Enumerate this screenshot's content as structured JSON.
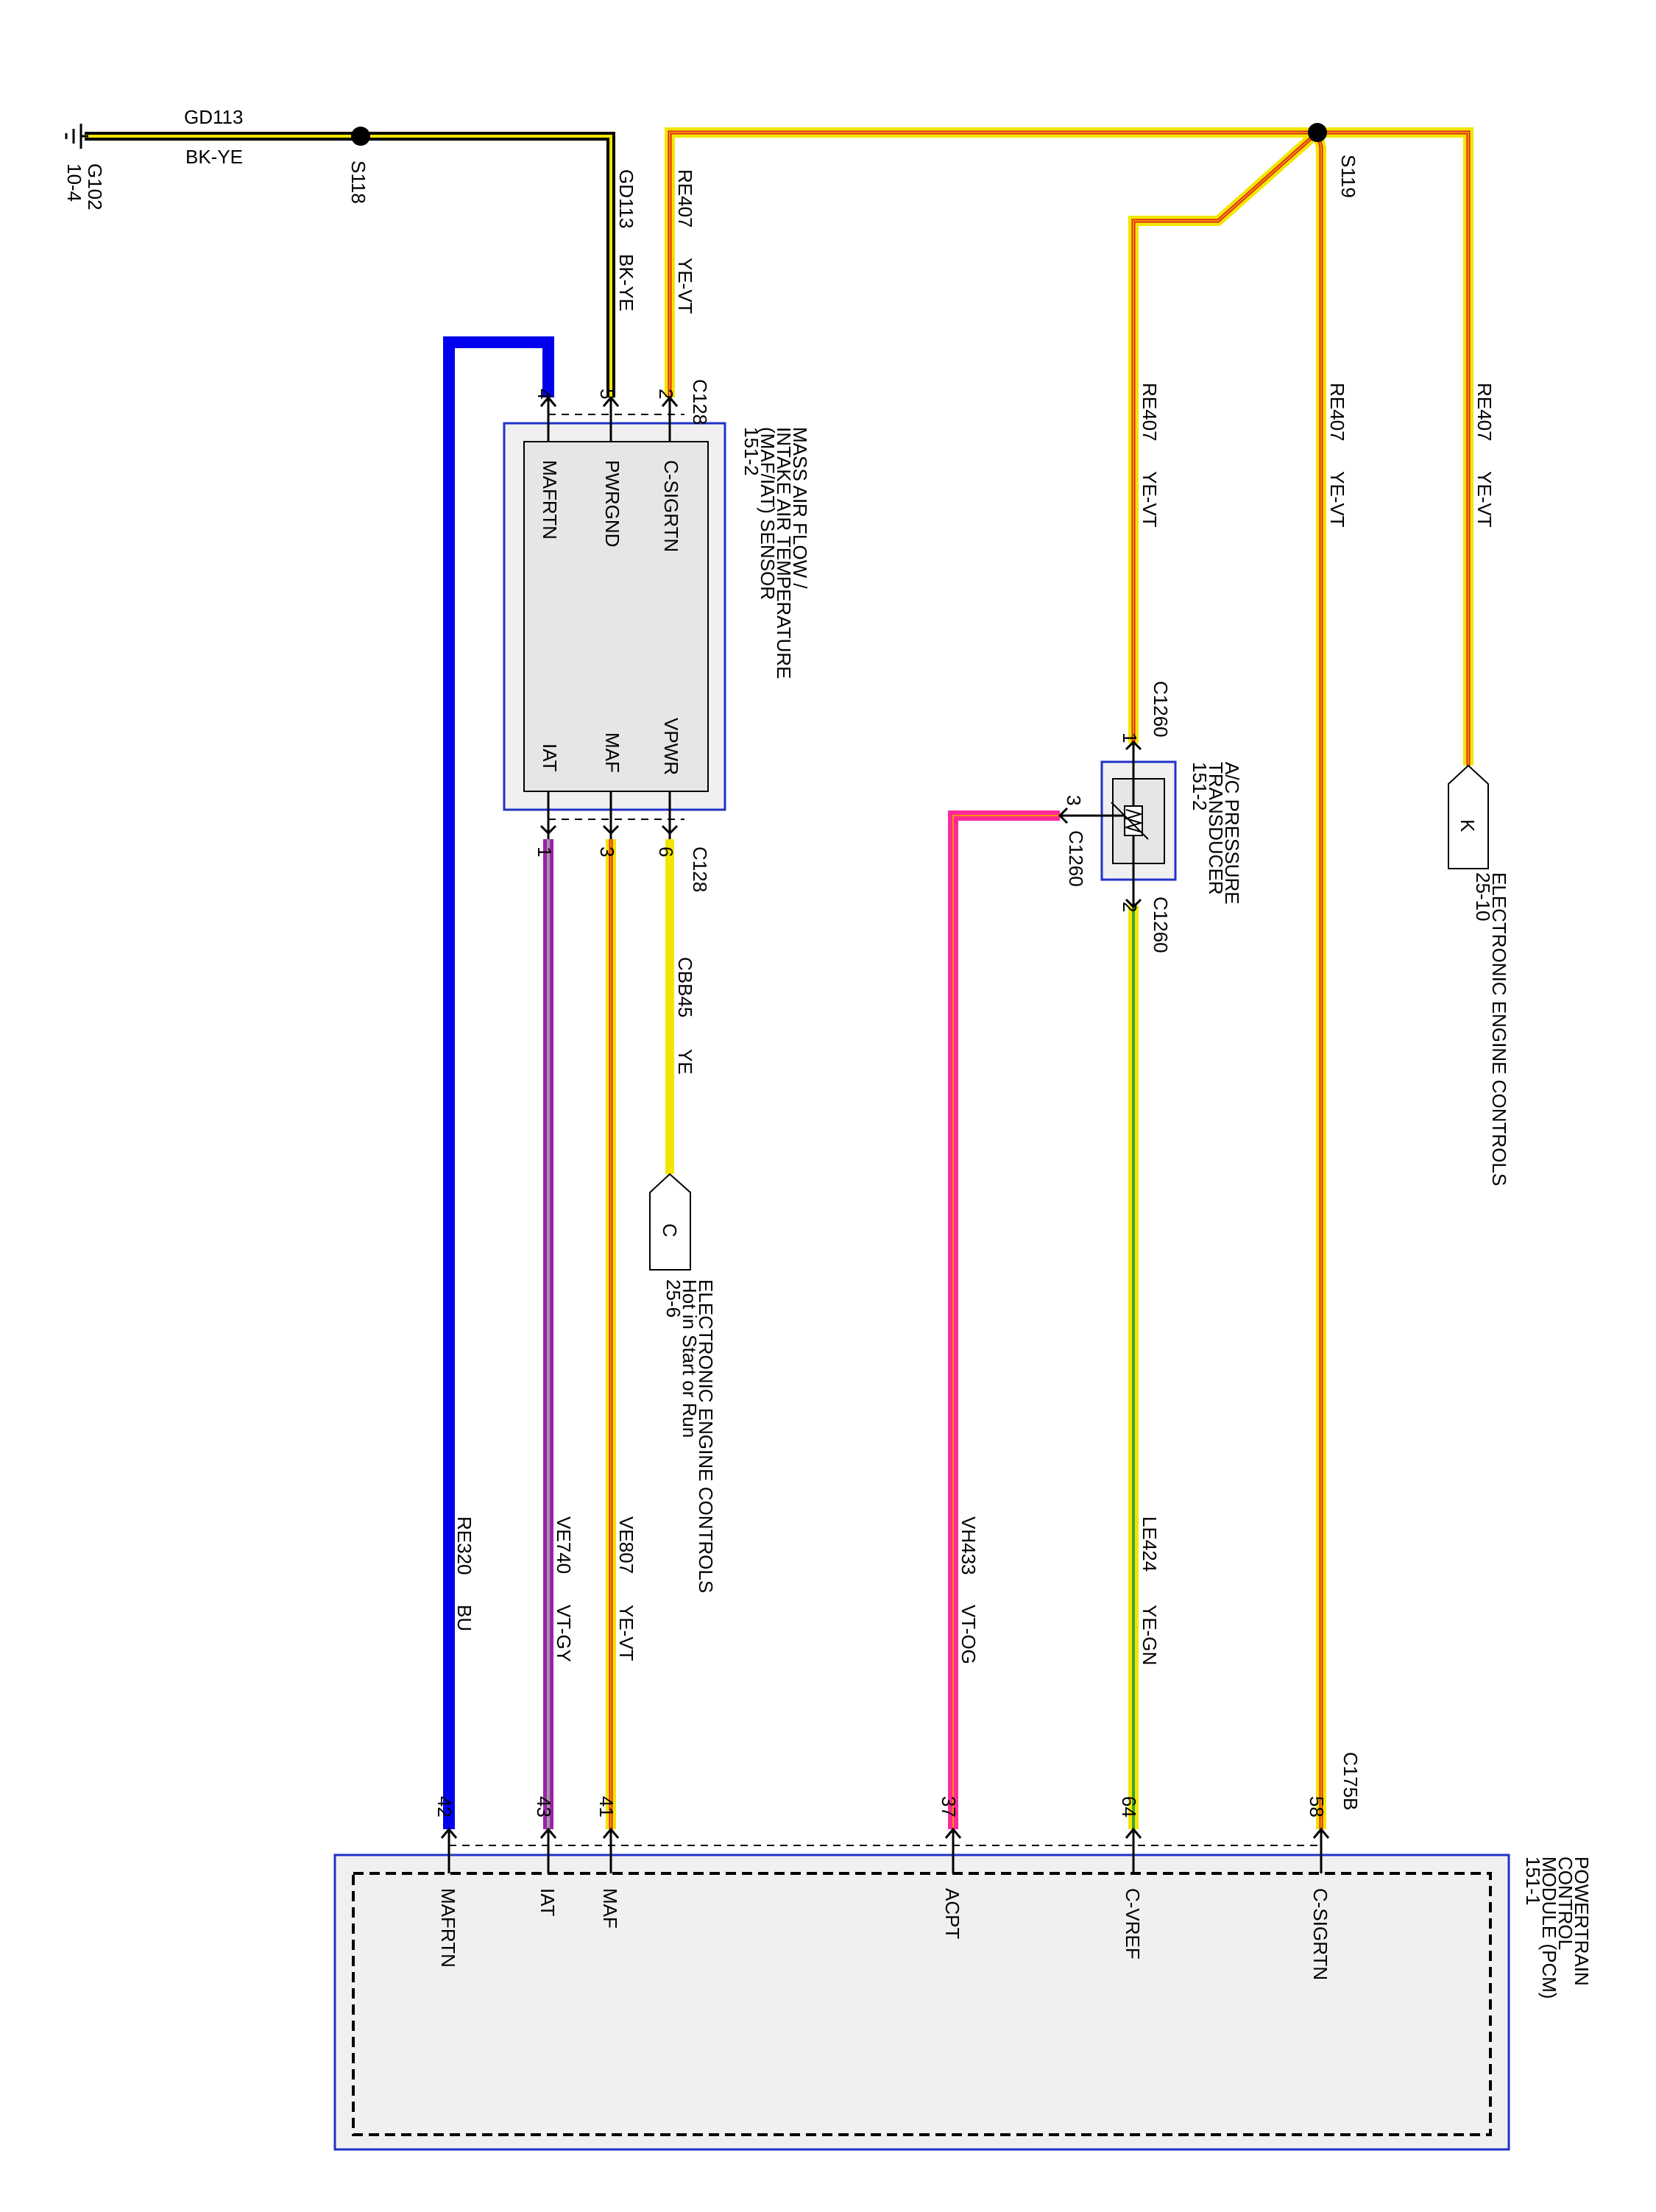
{
  "wire_colors": {
    "BK": "#000000",
    "YE": "#f2e600",
    "RE": "#d62020",
    "VT": "#a01fb0",
    "GY": "#9a9a9a",
    "OG": "#ff8c00",
    "GN": "#3aa53a",
    "BU": "#0000ee",
    "VT-OG": "#ff2a9a",
    "module_border": "#1f32c8",
    "module_fill": "#f0f0f0"
  },
  "ground": {
    "label": "G102",
    "ref": "10-4"
  },
  "splices": {
    "s118": "S118",
    "s119": "S119"
  },
  "wires": {
    "ground_top": {
      "circuit": "GD113",
      "color": "BK-YE"
    },
    "maf_pwrgnd": {
      "circuit": "GD113",
      "color": "BK-YE"
    },
    "maf_csigrtn": {
      "circuit": "RE407",
      "color": "YE-VT"
    },
    "ac_supply": {
      "circuit": "RE407",
      "color": "YE-VT"
    },
    "pcm_csigrtn": {
      "circuit": "RE407",
      "color": "YE-VT"
    },
    "k_branch": {
      "circuit": "RE407",
      "color": "YE-VT"
    },
    "vpwr": {
      "circuit": "CBB45",
      "color": "YE"
    },
    "acpt": {
      "circuit": "VH433",
      "color": "VT-OG"
    },
    "cvref": {
      "circuit": "LE424",
      "color": "YE-GN"
    },
    "maf_sig": {
      "circuit": "VE807",
      "color": "YE-VT"
    },
    "iat_sig": {
      "circuit": "VE740",
      "color": "VT-GY"
    },
    "mafrtn_sig": {
      "circuit": "RE320",
      "color": "BU"
    }
  },
  "maf_sensor": {
    "name_lines": [
      "MASS AIR FLOW /",
      "INTAKE AIR TEMPERATURE",
      "(MAF/IAT) SENSOR",
      "151-2"
    ],
    "connector": "C128",
    "pins_top": [
      {
        "num": "2",
        "name": "C-SIGRTN"
      },
      {
        "num": "5",
        "name": "PWRGND"
      },
      {
        "num": "4",
        "name": "MAFRTN"
      }
    ],
    "pins_bottom": [
      {
        "num": "6",
        "name": "VPWR"
      },
      {
        "num": "3",
        "name": "MAF"
      },
      {
        "num": "1",
        "name": "IAT"
      }
    ]
  },
  "ac_transducer": {
    "name_lines": [
      "A/C PRESSURE",
      "TRANSDUCER",
      "151-2"
    ],
    "connector": "C1260",
    "pin1": "1",
    "pin2": "2",
    "pin3": "3"
  },
  "flag_k": {
    "letter": "K",
    "title": "ELECTRONIC ENGINE CONTROLS",
    "ref": "25-10"
  },
  "flag_c": {
    "letter": "C",
    "title": "ELECTRONIC ENGINE CONTROLS",
    "note": "Hot in Start or Run",
    "ref": "25-6"
  },
  "pcm": {
    "name_lines": [
      "POWERTRAIN",
      "CONTROL",
      "MODULE (PCM)",
      "151-1"
    ],
    "connector": "C175B",
    "pins": [
      {
        "num": "58",
        "name": "C-SIGRTN"
      },
      {
        "num": "64",
        "name": "C-VREF"
      },
      {
        "num": "37",
        "name": "ACPT"
      },
      {
        "num": "41",
        "name": "MAF"
      },
      {
        "num": "43",
        "name": "IAT"
      },
      {
        "num": "42",
        "name": "MAFRTN"
      }
    ]
  }
}
